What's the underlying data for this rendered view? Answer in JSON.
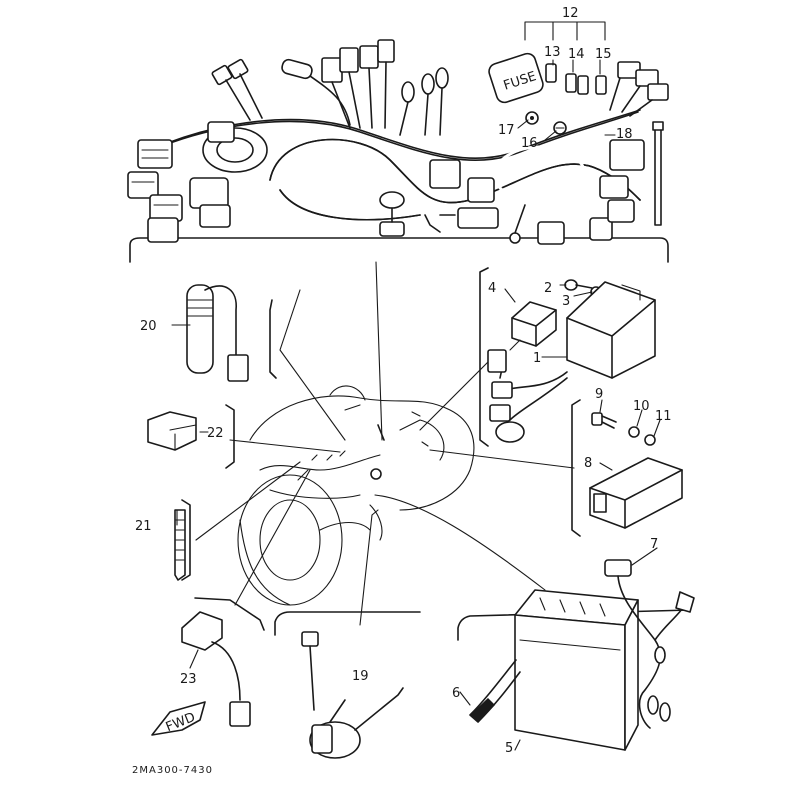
{
  "diagram": {
    "part_code": "2MA300-7430",
    "fwd_label": "FWD",
    "fuse_label": "FUSE",
    "callouts": {
      "c1": "1",
      "c2": "2",
      "c3": "3",
      "c4": "4",
      "c5": "5",
      "c6": "6",
      "c7": "7",
      "c8": "8",
      "c9": "9",
      "c10": "10",
      "c11": "11",
      "c12": "12",
      "c13": "13",
      "c14": "14",
      "c15": "15",
      "c16": "16",
      "c17": "17",
      "c18": "18",
      "c19": "19",
      "c20": "20",
      "c21": "21",
      "c22": "22",
      "c23": "23"
    }
  }
}
